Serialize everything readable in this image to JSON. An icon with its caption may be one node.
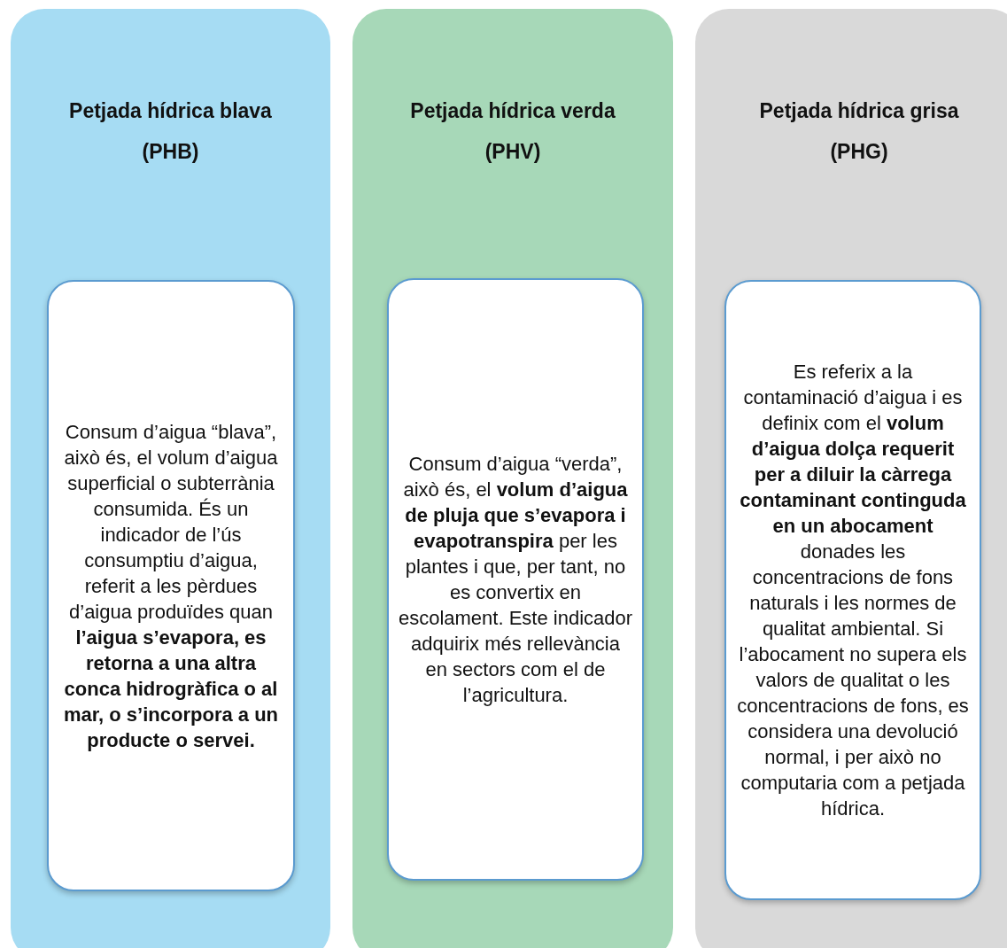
{
  "diagram": {
    "nodes": [
      {
        "text": [
          "Petjada hídrica blava (PHB)"
        ]
      },
      {
        "text": [
          "Consum d’aigua “blava”, això és, el volum d’aigua superficial o subterrània consumida. És un indicador de l’ús consumptiu d’aigua, referit a les pèrdues d’aigua produïdes quan **l’aigua s’evapora, es retorna a una altra conca hidrogràfica o al mar, o s’incorpora a un producte o servei.**"
        ],
        "in": 0
      },
      {
        "text": [
          "Petjada hídrica verda (PHV)"
        ]
      },
      {
        "text": [
          "Consum d’aigua “verda”, això és, el **volum d’aigua de pluja que s’evapora i evapotranspira** per les plantes i que, per tant, no es convertix en escolament. Este indicador adquirix més rellevància en sectors com el de l’agricultura."
        ],
        "in": 2
      },
      {
        "text": [
          "Petjada hídrica grisa (PHG)"
        ]
      },
      {
        "text": [
          "Es referix a la contaminació d’aigua i es definix com el **volum d’aigua dolça requerit per a diluir la càrrega contaminant continguda en un abocament** donades les concentracions de fons naturals i les normes de qualitat ambiental. Si l’abocament no supera els valors de qualitat o les concentracions de fons, es considera una devolució normal, i per això no computaria com a petjada hídrica."
        ],
        "in": 4
      }
    ]
  }
}
